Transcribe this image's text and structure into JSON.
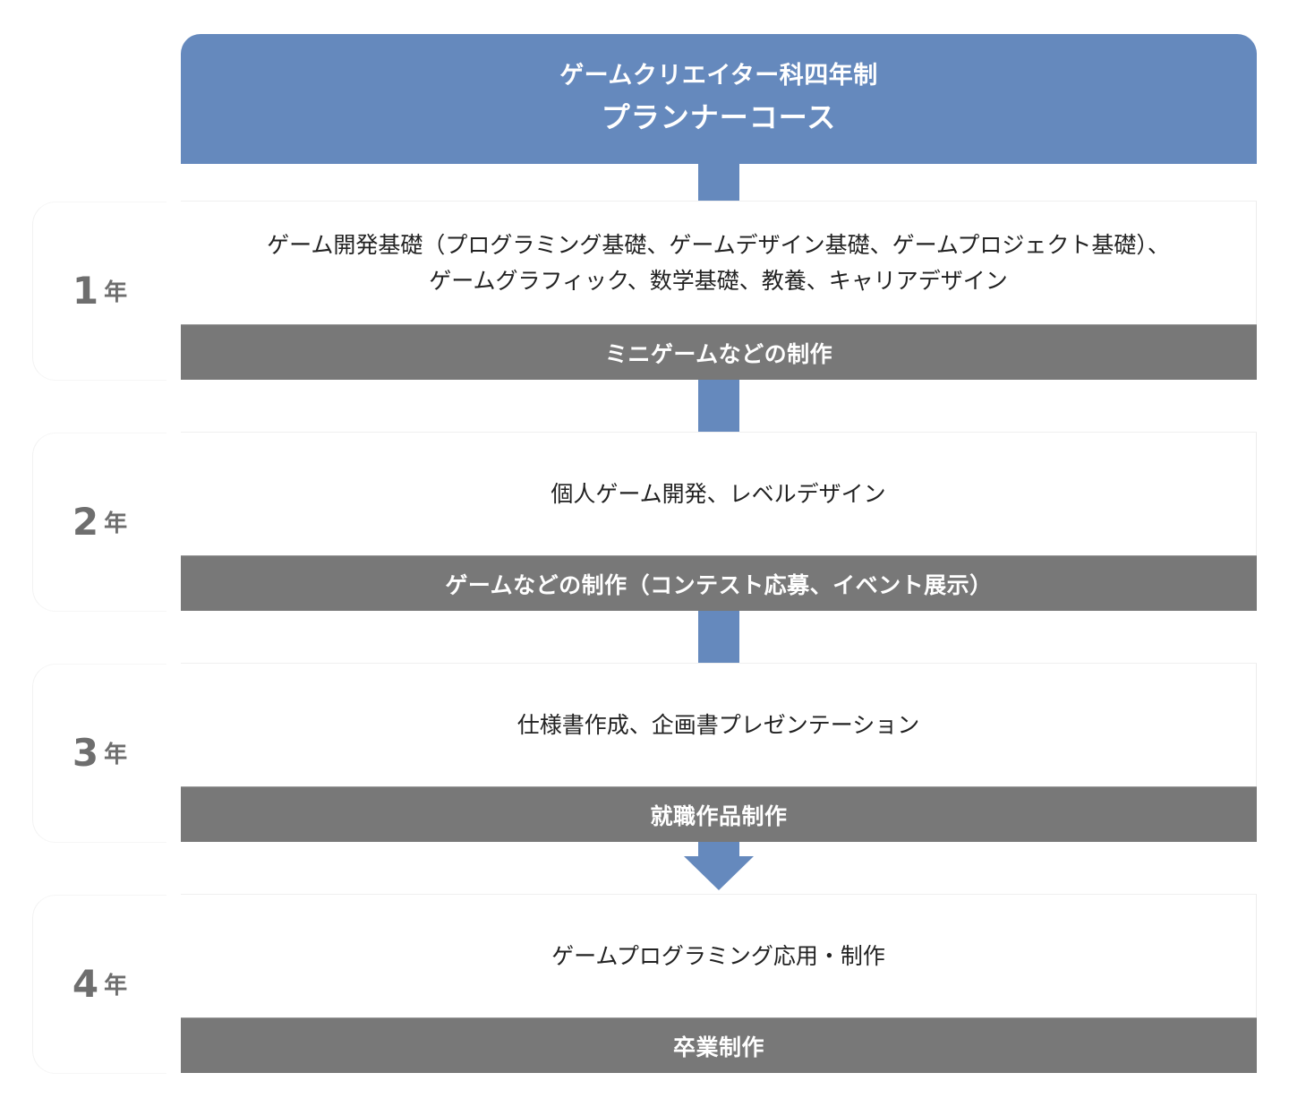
{
  "header": {
    "line1": "ゲームクリエイター科四年制",
    "line2": "プランナーコース",
    "color": "#6589bd"
  },
  "years": [
    {
      "num": "1",
      "unit": "年",
      "subjects_line1": "ゲーム開発基礎（プログラミング基礎、ゲームデザイン基礎、ゲームプロジェクト基礎）、",
      "subjects_line2": "ゲームグラフィック、数学基礎、教養、キャリアデザイン",
      "project": "ミニゲームなどの制作"
    },
    {
      "num": "2",
      "unit": "年",
      "subjects_line1": "個人ゲーム開発、レベルデザイン",
      "project": "ゲームなどの制作（コンテスト応募、イベント展示）"
    },
    {
      "num": "3",
      "unit": "年",
      "subjects_line1": "仕様書作成、企画書プレゼンテーション",
      "project": "就職作品制作"
    },
    {
      "num": "4",
      "unit": "年",
      "subjects_line1": "ゲームプログラミング応用・制作",
      "project": "卒業制作"
    }
  ],
  "colors": {
    "accent_blue": "#6589bd",
    "bar_gray": "#787878",
    "year_text": "#6e6e6e"
  }
}
